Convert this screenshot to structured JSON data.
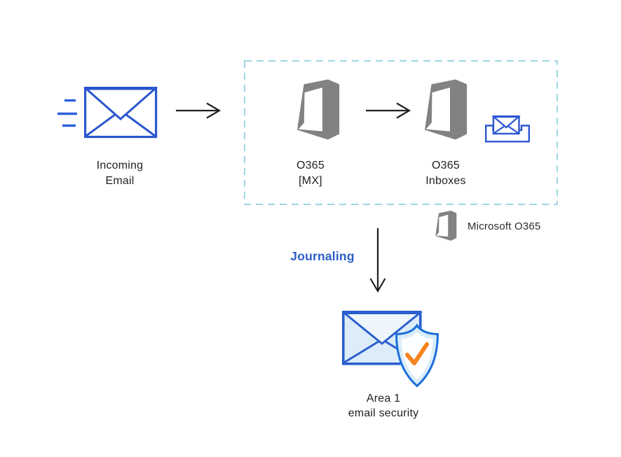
{
  "nodes": {
    "incoming_email": {
      "line1": "Incoming",
      "line2": "Email"
    },
    "o365_mx": {
      "line1": "O365",
      "line2": "[MX]"
    },
    "o365_inboxes": {
      "line1": "O365",
      "line2": "Inboxes"
    },
    "area1": {
      "line1": "Area 1",
      "line2": "email security"
    }
  },
  "legend": {
    "label": "Microsoft O365"
  },
  "labels": {
    "journaling": "Journaling"
  },
  "icons": {
    "incoming-email-icon": "blue envelope with speed lines",
    "office-logo-icon": "microsoft office logo (gray)",
    "inbox-icon": "blue envelope in tray",
    "area1-icon": "envelope with shield and checkmark",
    "flow-arrow-right-icon": "thin black right arrow",
    "journaling-arrow-icon": "thin black down arrow"
  },
  "colors": {
    "icon_blue": "#2b56d0",
    "speed_line_blue": "#2b61dd",
    "shield_stroke_blue": "#1d6fdb",
    "envelope_fill": "#dcecf8",
    "flap_fill": "#eef6fc",
    "shield_fill": "#d9ecfa",
    "shield_inner_fill": "#fdfeff",
    "check_orange": "#f5831f",
    "office_gray": "#828282",
    "dashed_border": "#8ed1de",
    "journaling_text": "#2b5ec6",
    "label_text": "#1f1f1f",
    "background": "#ffffff"
  }
}
